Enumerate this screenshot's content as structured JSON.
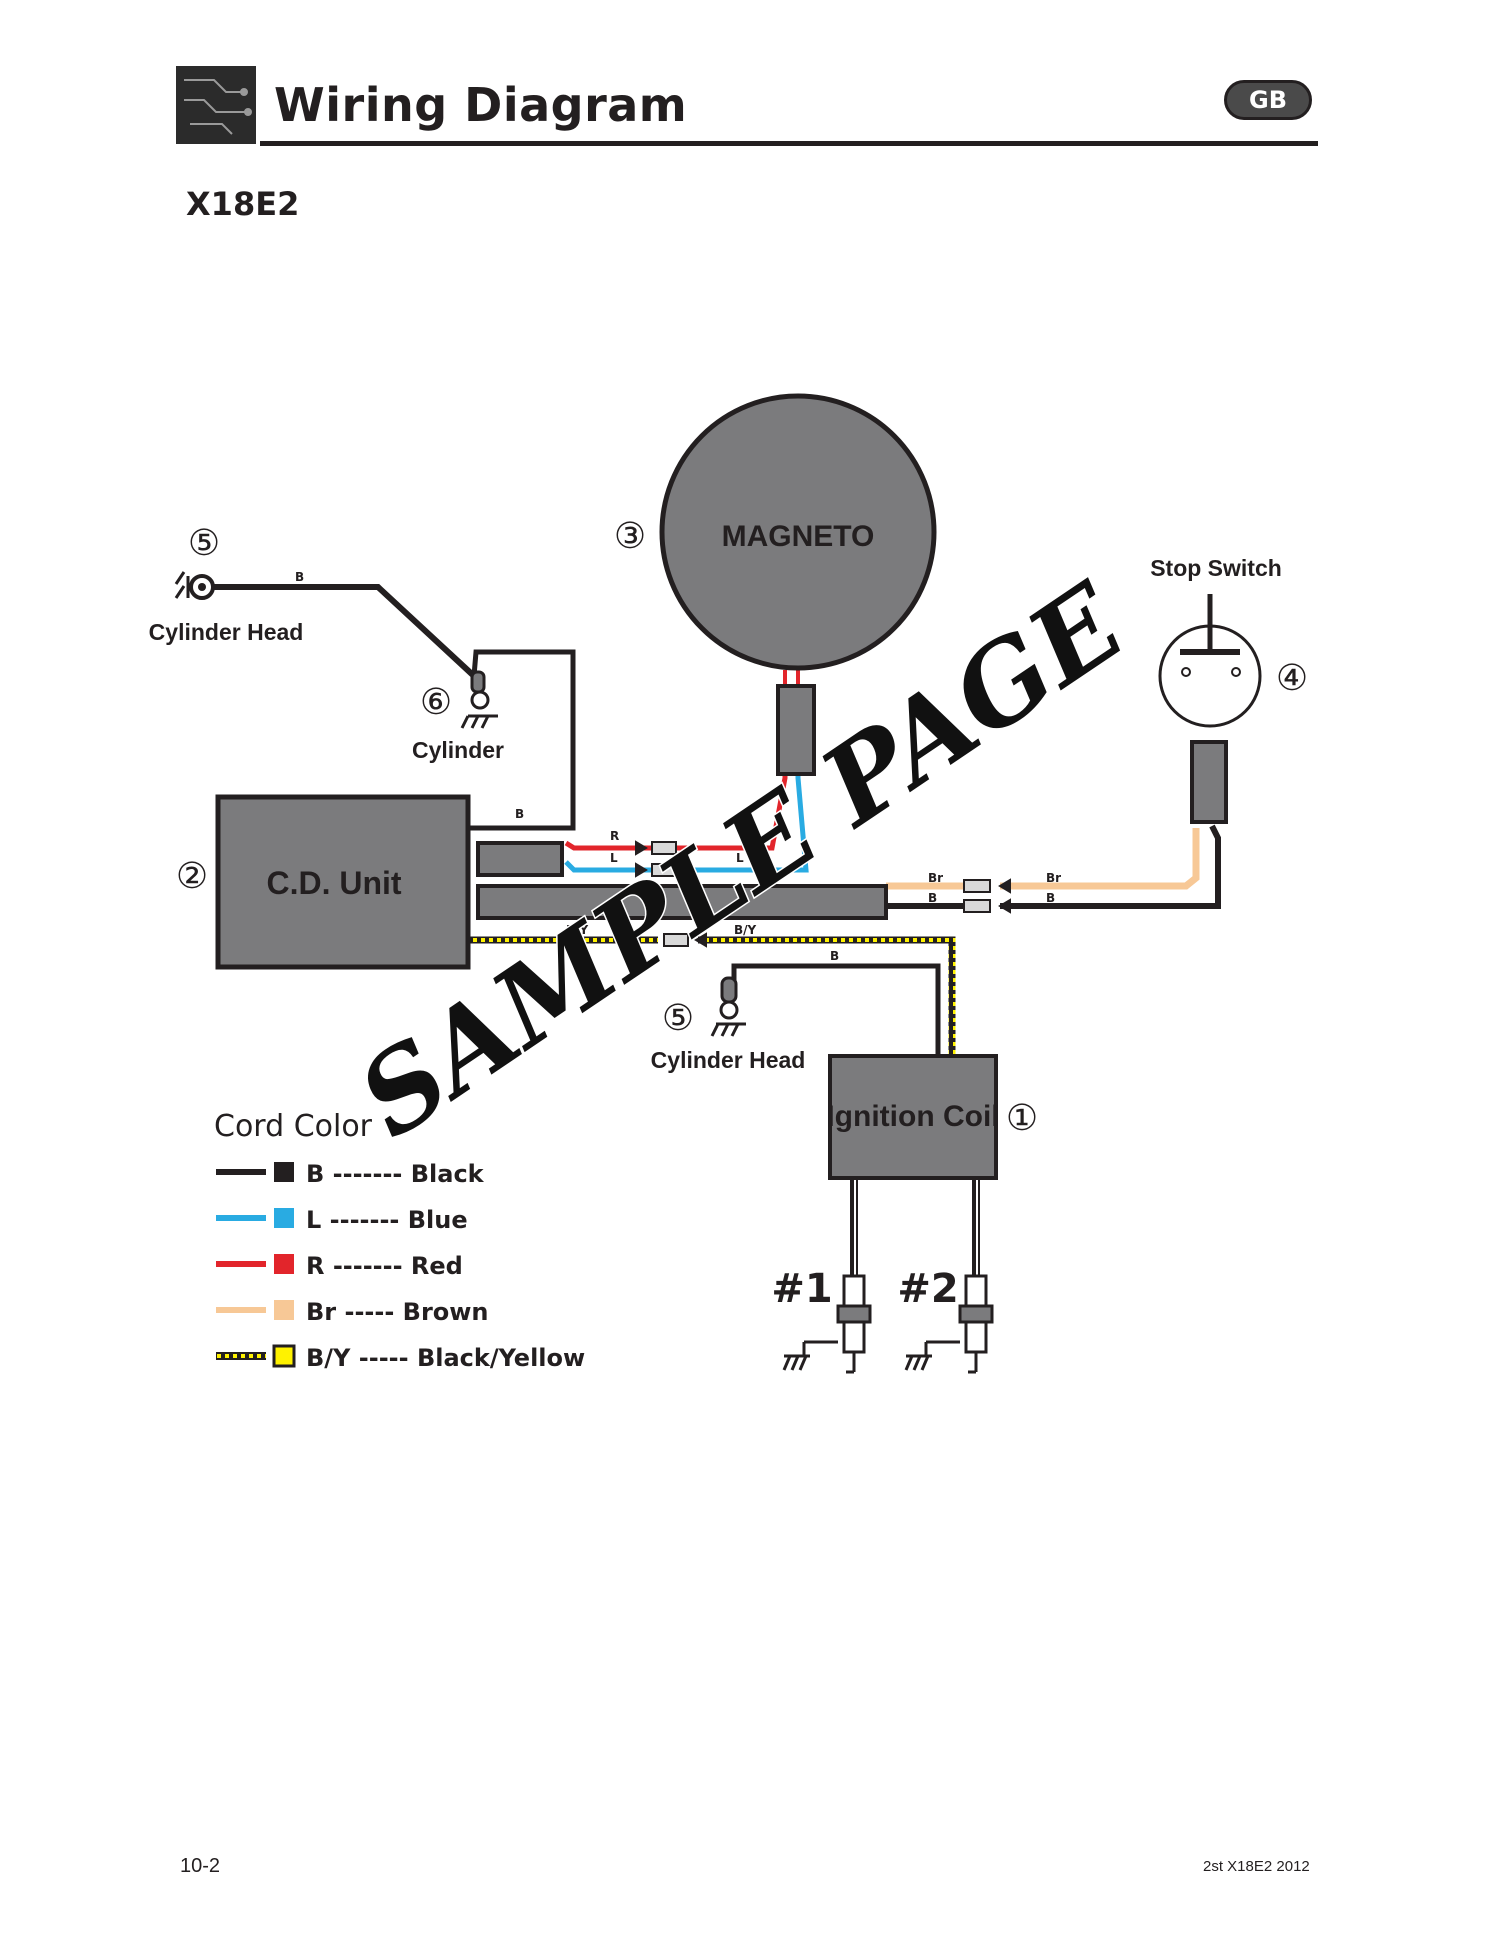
{
  "header": {
    "title": "Wiring Diagram",
    "badge": "GB",
    "model": "X18E2"
  },
  "components": {
    "magneto": {
      "label": "MAGNETO",
      "number": "③"
    },
    "cd_unit": {
      "label": "C.D. Unit",
      "number": "②"
    },
    "ignition_coil": {
      "label": "Ignition Coil",
      "number": "①"
    },
    "stop_switch": {
      "label": "Stop Switch",
      "number": "④"
    },
    "cylinder_head_top": {
      "label": "Cylinder Head",
      "number": "⑤"
    },
    "cylinder": {
      "label": "Cylinder",
      "number": "⑥"
    },
    "cylinder_head_bottom": {
      "label": "Cylinder Head",
      "number": "⑤"
    },
    "plug1": {
      "label": "#1"
    },
    "plug2": {
      "label": "#2"
    }
  },
  "wire_labels": {
    "b": "B",
    "r": "R",
    "l": "L",
    "br": "Br",
    "by": "B/Y"
  },
  "legend": {
    "title": "Cord Color",
    "items": [
      {
        "code": "B",
        "dashes": "-------",
        "name": "Black",
        "color": "#231f20"
      },
      {
        "code": "L",
        "dashes": "-------",
        "name": "Blue",
        "color": "#29abe2"
      },
      {
        "code": "R",
        "dashes": "-------",
        "name": "Red",
        "color": "#e2252b"
      },
      {
        "code": "Br",
        "dashes": "-----",
        "name": "Brown",
        "color": "#f7c896"
      },
      {
        "code": "B/Y",
        "dashes": "-----",
        "name": "Black/Yellow",
        "color": "#fff200"
      }
    ]
  },
  "watermark": "SAMPLE PAGE",
  "footer": {
    "page": "10-2",
    "doc": "2st X18E2  2012"
  },
  "colors": {
    "component_fill": "#7b7b7d",
    "black": "#231f20",
    "blue": "#29abe2",
    "red": "#e2252b",
    "brown": "#f7c896",
    "yellow": "#fff200"
  }
}
